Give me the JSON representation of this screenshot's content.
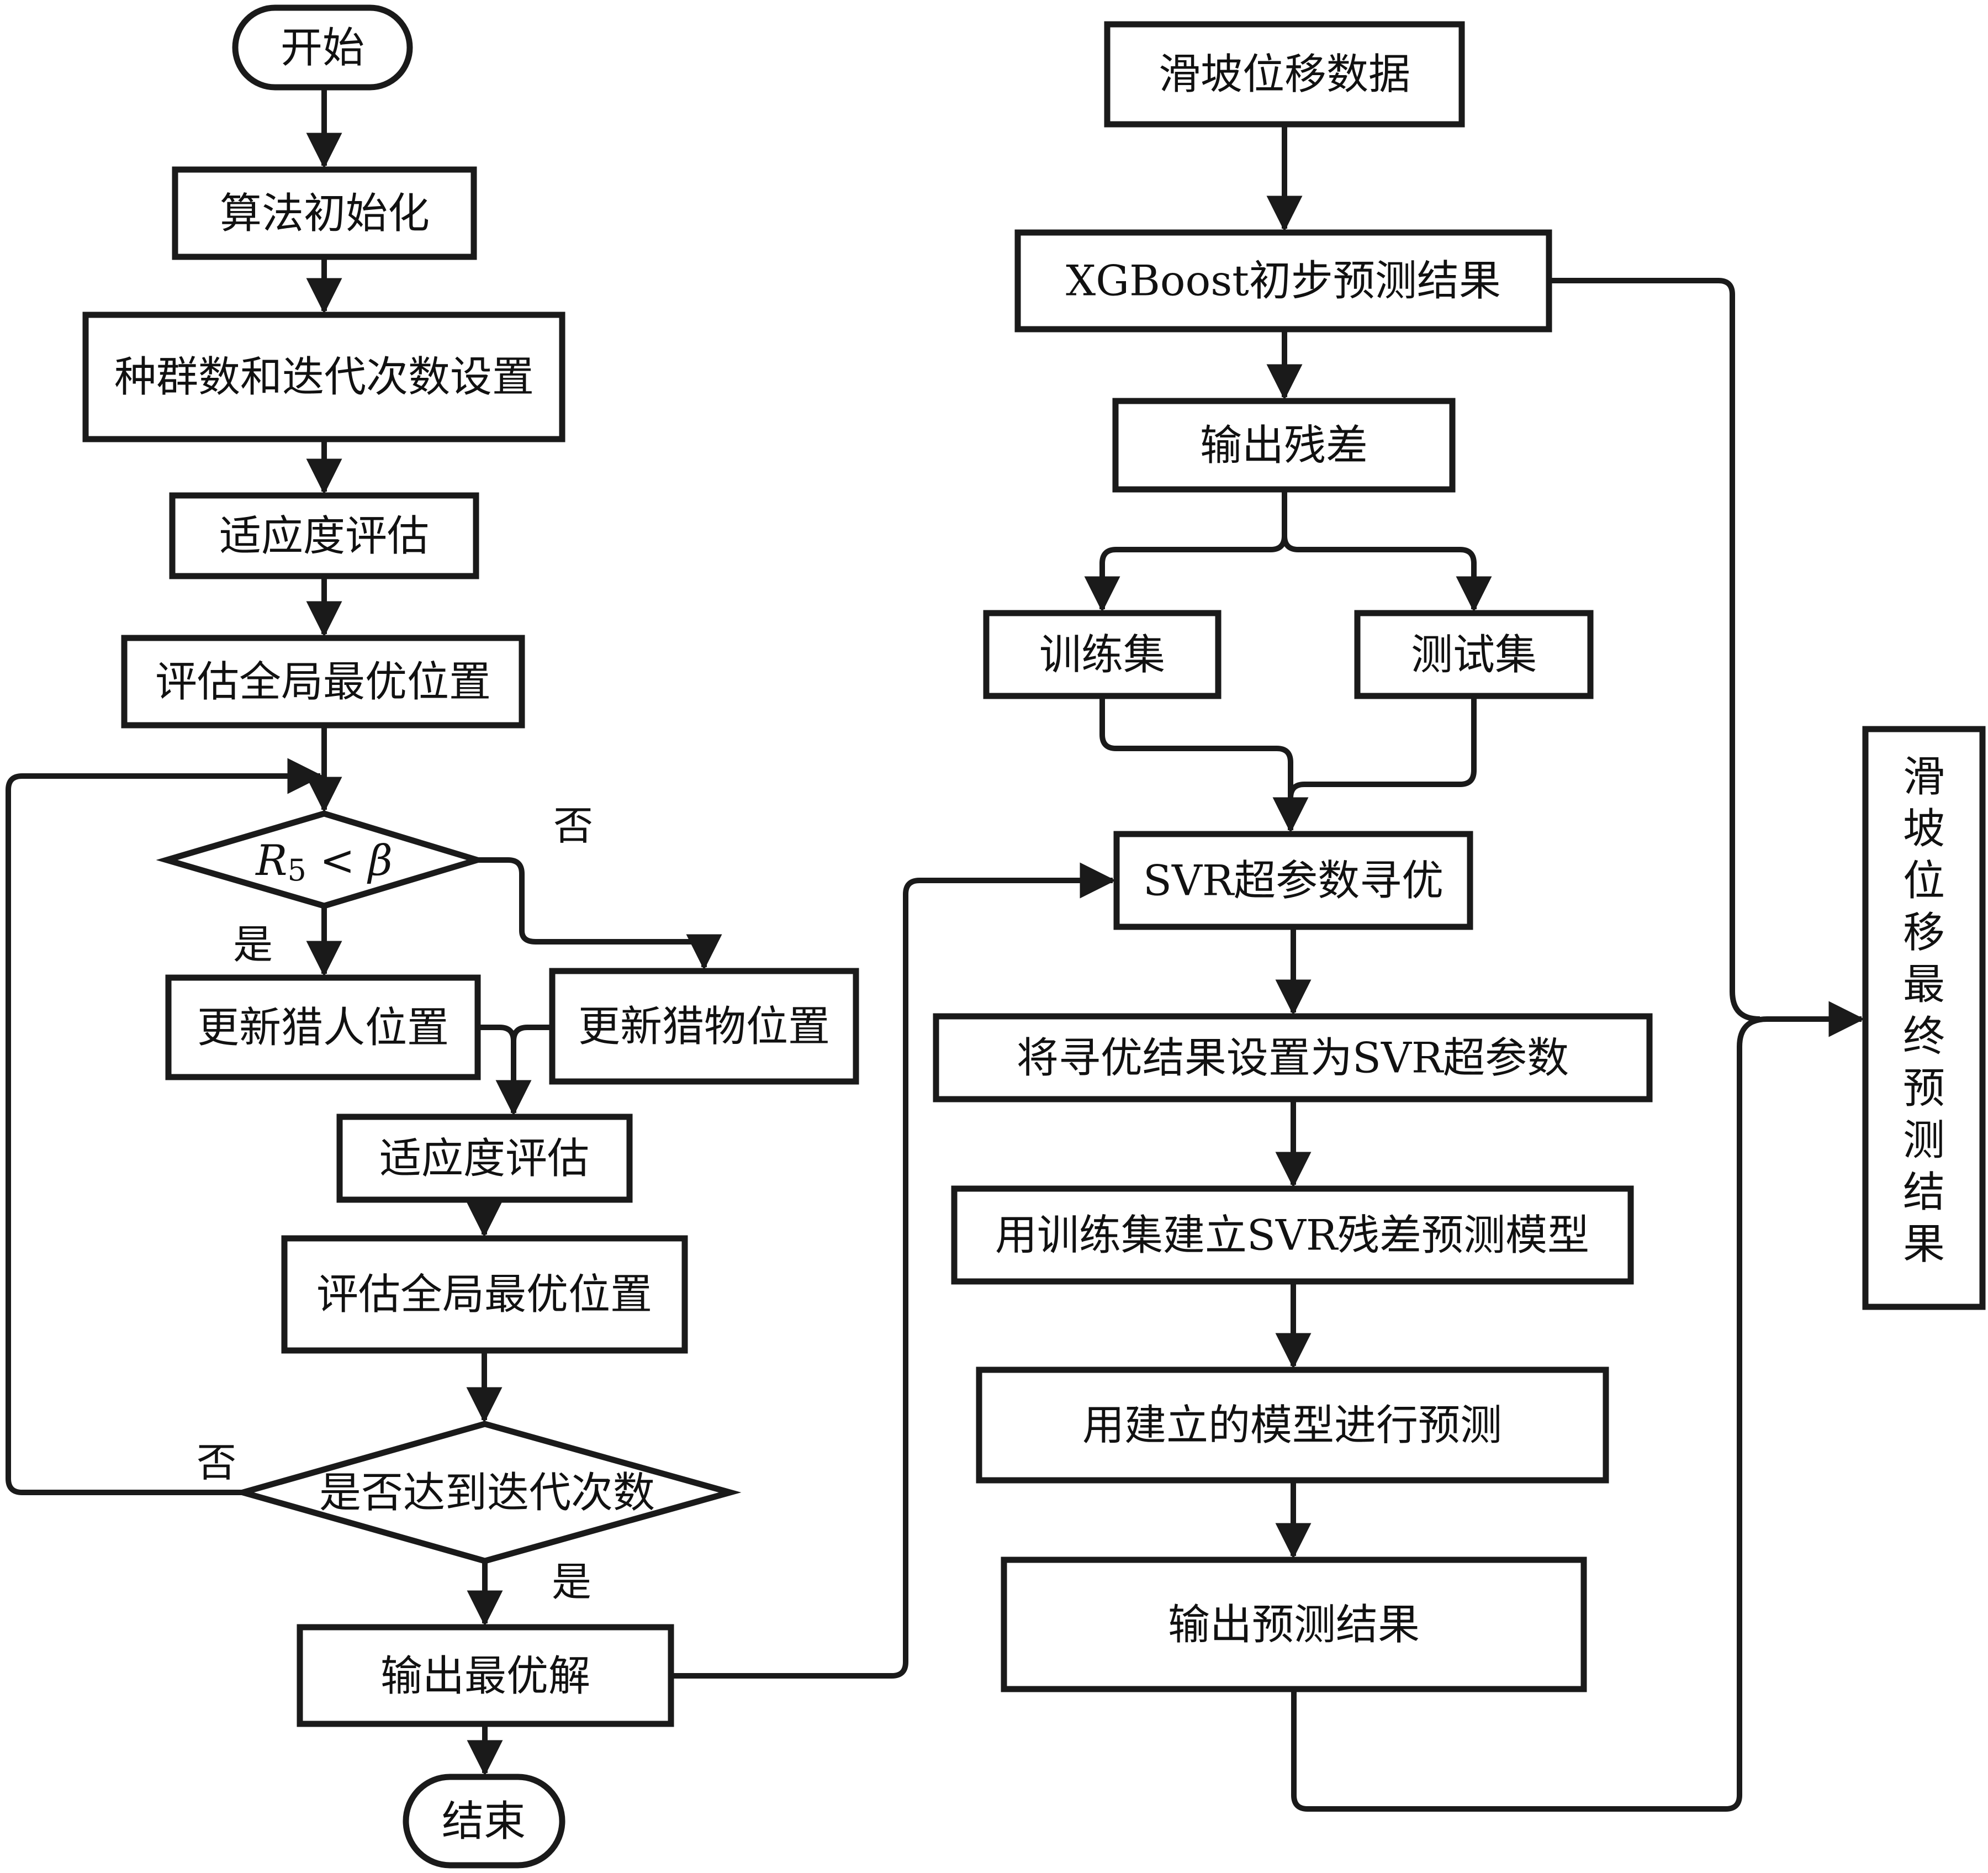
{
  "left_flow": {
    "start": "开始",
    "init": "算法初始化",
    "population_setting": "种群数和迭代次数设置",
    "fitness_eval_1": "适应度评估",
    "global_best_1": "评估全局最优位置",
    "condition_1": {
      "lhs": "R",
      "sub": "5",
      "op": " < ",
      "rhs": "β"
    },
    "cond1_yes": "是",
    "cond1_no": "否",
    "update_hunter": "更新猎人位置",
    "update_prey": "更新猎物位置",
    "fitness_eval_2": "适应度评估",
    "global_best_2": "评估全局最优位置",
    "condition_2": "是否达到迭代次数",
    "cond2_no": "否",
    "cond2_yes": "是",
    "output_best": "输出最优解",
    "end": "结束"
  },
  "right_flow": {
    "landslide_data": "滑坡位移数据",
    "xgboost_result": "XGBoost初步预测结果",
    "output_residual": "输出残差",
    "train_set": "训练集",
    "test_set": "测试集",
    "svr_optimize": "SVR超参数寻优",
    "set_svr_params": "将寻优结果设置为SVR超参数",
    "build_svr_model": "用训练集建立SVR残差预测模型",
    "predict_with_model": "用建立的模型进行预测",
    "output_prediction": "输出预测结果",
    "final_result_chars": [
      "滑",
      "坡",
      "位",
      "移",
      "最",
      "终",
      "预",
      "测",
      "结",
      "果"
    ]
  }
}
